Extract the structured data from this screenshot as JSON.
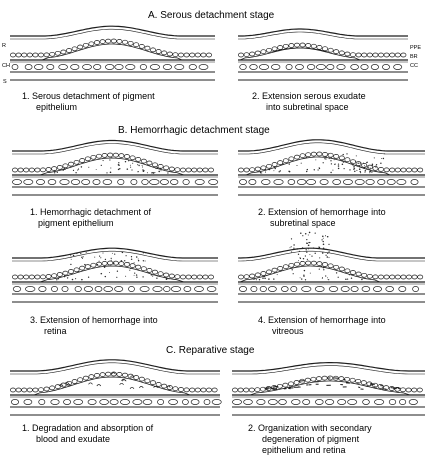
{
  "stages": {
    "A": {
      "title": "A.  Serous detachment stage",
      "layer_labels": {
        "r": "R",
        "ch": "CH",
        "s": "S",
        "ppe": "PPE",
        "br": "BR",
        "cc": "CC"
      },
      "captions": [
        [
          "1.  Serous detachment of pigment",
          "epithelium"
        ],
        [
          "2.  Extension serous exudate",
          "into subretinal space"
        ]
      ]
    },
    "B": {
      "title": "B.  Hemorrhagic detachment stage",
      "captions": [
        [
          "1.  Hemorrhagic detachment of",
          "pigment epithelium"
        ],
        [
          "2.  Extension of hemorrhage into",
          "subretinal space"
        ],
        [
          "3.  Extension of hemorrhage into",
          "retina"
        ],
        [
          "4.  Extension of hemorrhage into",
          "vitreous"
        ]
      ]
    },
    "C": {
      "title": "C.  Reparative stage",
      "captions": [
        [
          "1.  Degradation and absorption of",
          "blood and exudate"
        ],
        [
          "2.  Organization with secondary",
          "degeneration of pigment",
          "epithelium and retina"
        ]
      ]
    }
  }
}
